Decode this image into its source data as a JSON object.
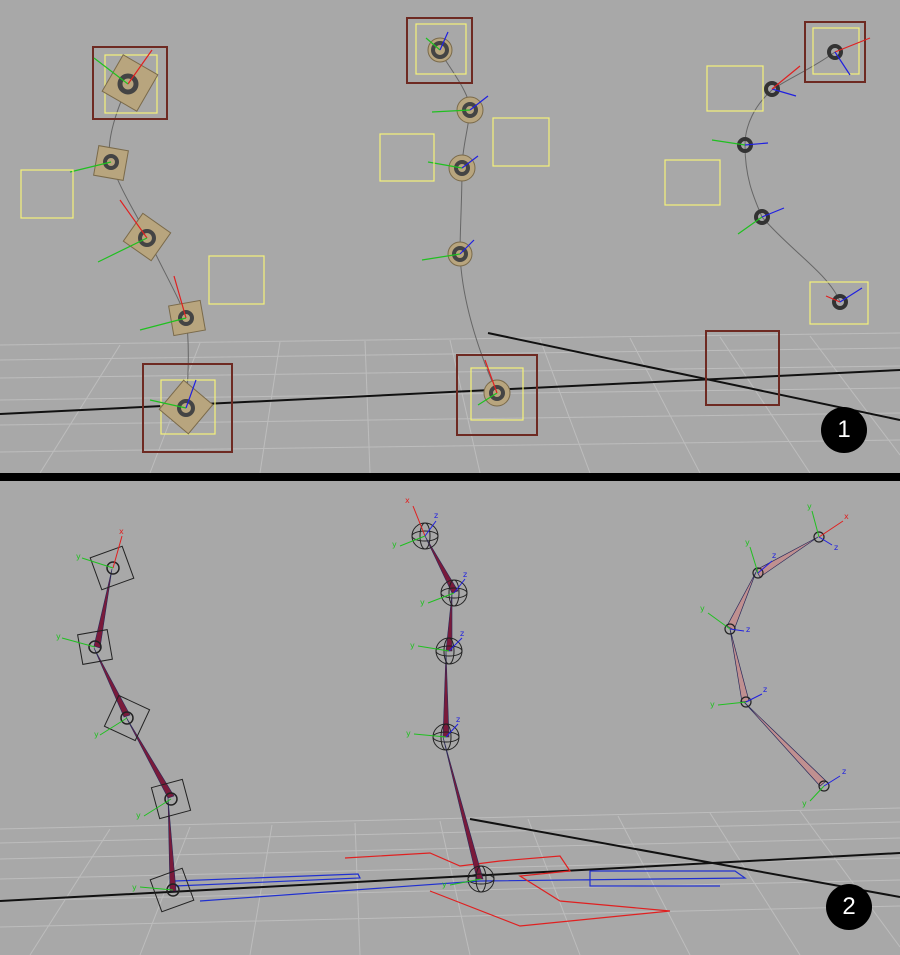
{
  "viewports": [
    {
      "id": "viewport-1",
      "badge": "1",
      "description_hidden": true
    },
    {
      "id": "viewport-2",
      "badge": "2"
    }
  ],
  "axis_labels": {
    "x": "x",
    "y": "y",
    "z": "z"
  },
  "colors": {
    "viewport_bg": "#a8a8a8",
    "grid": "#bdbdbd",
    "world_axis": "#111111",
    "control_cube": "#f4f27a",
    "selection_box": "#6e2a22",
    "bone": "#5a5a5a",
    "axis_x": "#e02020",
    "axis_y": "#20c020",
    "axis_z": "#2020e0",
    "curve_blue": "#2030d0",
    "curve_red": "#e02020",
    "badge_bg": "#000000",
    "badge_fg": "#ffffff"
  },
  "icons": [
    "torus-joint-icon",
    "control-cube-icon",
    "bone-icon",
    "locator-icon"
  ]
}
